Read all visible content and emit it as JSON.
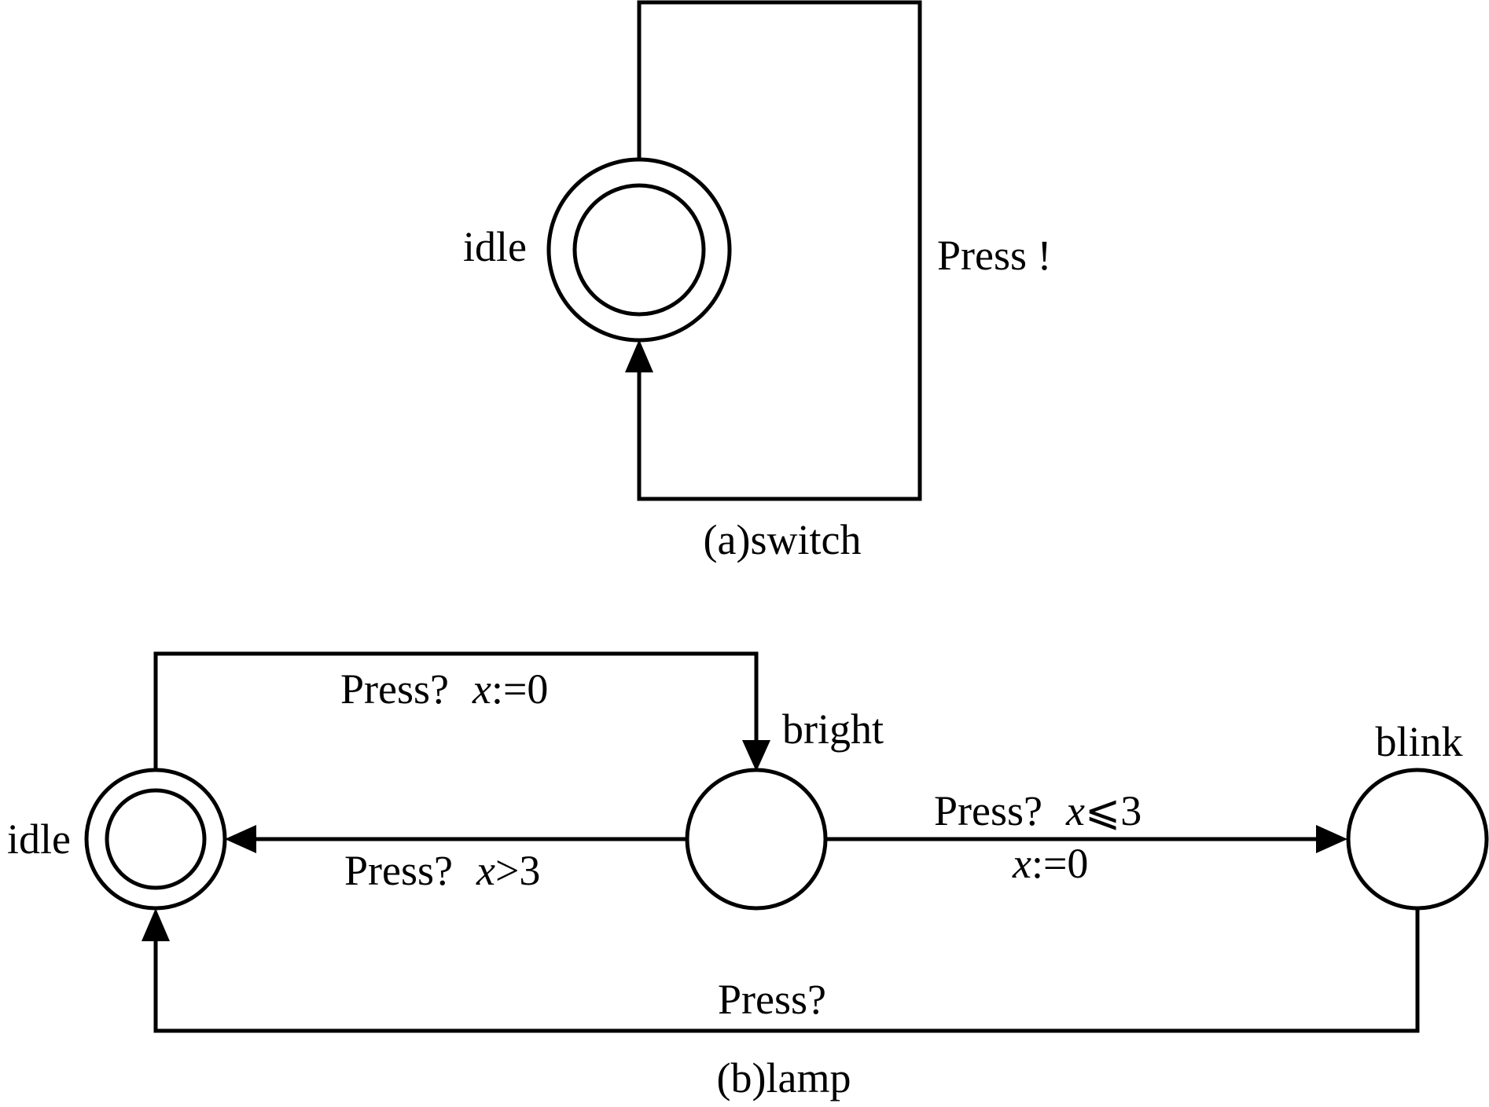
{
  "switch": {
    "caption": "(a)switch",
    "state_idle": "idle",
    "edge_label": "Press !"
  },
  "lamp": {
    "caption": "(b)lamp",
    "states": {
      "idle": "idle",
      "bright": "bright",
      "blink": "blink"
    },
    "edges": {
      "idle_to_bright": {
        "sync": "Press?",
        "update_var": "x",
        "update_rest": ":=0"
      },
      "bright_to_idle": {
        "sync": "Press?",
        "guard_var": "x",
        "guard_rest": ">3"
      },
      "bright_to_blink": {
        "sync": "Press?",
        "guard_var": "x",
        "guard_rest": "⩽3",
        "update_var": "x",
        "update_rest": ":=0"
      },
      "blink_to_idle": {
        "sync": "Press?"
      }
    }
  }
}
